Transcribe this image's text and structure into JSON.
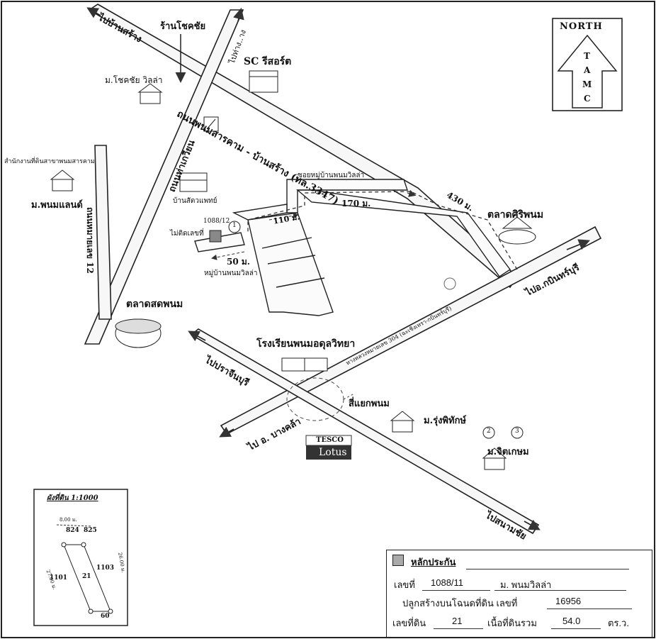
{
  "map": {
    "north_word": "NORTH",
    "north_letters": [
      "T",
      "A",
      "M",
      "C"
    ],
    "roads": {
      "main_road": "ถนนพนมสารคาม - บ้านสร้าง (ทล.3347)",
      "to_ban_sang": "ไปบ้านสร้าง",
      "to_hat": "ไปท่าง..าง",
      "thakwian_road": "ถนนท่าเกวียน",
      "route12": "ถนนหมายเลข 12",
      "to_kabin": "ไปอ.กบินทร์บุรี",
      "to_prachin": "ไปปราจีนบุรี",
      "to_bangkla": "ไป อ. บางคล้า",
      "to_sanamchai": "ไปสนามชัย",
      "route304": "ทางหลวงหมายเลข 304 (ฉะเชิงเทรา-กบินทร์บุรี)"
    },
    "places": {
      "chokchai_shop": "ร้านโชคชัย",
      "sc_resort": "SC รีสอร์ต",
      "chokchai_villa": "ม.โชคชัย วิลล่า",
      "land_office": "สำนักงานที่ดินสาขาพนมสารคาม",
      "phanom_land": "ม.พนมแลนด์",
      "vet": "บ้านสัตวแพทย์",
      "soi_label": "ซอยหมู่บ้านพนมวิลล่า",
      "dist_430": "430 ม.",
      "dist_170": "170 ม.",
      "dist_110": "110 ม.",
      "dist_50": "50 ม.",
      "plot_no": "1088/12",
      "no_number": "ไม่ติดเลขที่",
      "marker1": "1",
      "village_label": "หมู่บ้านพนมวิลล่า",
      "siriphanom_market": "ตลาดศิริพนม",
      "fresh_market": "ตลาดสดพนม",
      "school": "โรงเรียนพนมอดุลวิทยา",
      "intersection": "สี่แยกพนม",
      "rungphithak": "ม.รุ่งพิทักษ์",
      "marker2": "2",
      "marker3": "3",
      "jitkasem": "ม.จิตเกษม",
      "tesco": "TESCO",
      "lotus": "Lotus"
    },
    "plot_plan": {
      "title": "ผังที่ดิน 1:1000",
      "width_label": "8.00 ม.",
      "n824": "824",
      "n825": "825",
      "n1101": "1101",
      "n21": "21",
      "n1103": "1103",
      "n60": "60",
      "right_len": "26.00 ม.",
      "left_len": "27.00 ม."
    },
    "colors": {
      "road_fill": "#f4f4f4",
      "ink": "#111111",
      "dashed": "#333333"
    }
  },
  "info": {
    "title": "หลักประกัน",
    "house_no_label": "เลขที่",
    "house_no": "1088/11",
    "village": "ม. พนมวิลล่า",
    "deed_label": "ปลูกสร้างบนโฉนดที่ดิน เลขที่",
    "deed_no": "16956",
    "land_no_label": "เลขที่ดิน",
    "land_no": "21",
    "area_label": "เนื้อที่ดินรวม",
    "area": "54.0",
    "unit": "ตร.ว."
  }
}
